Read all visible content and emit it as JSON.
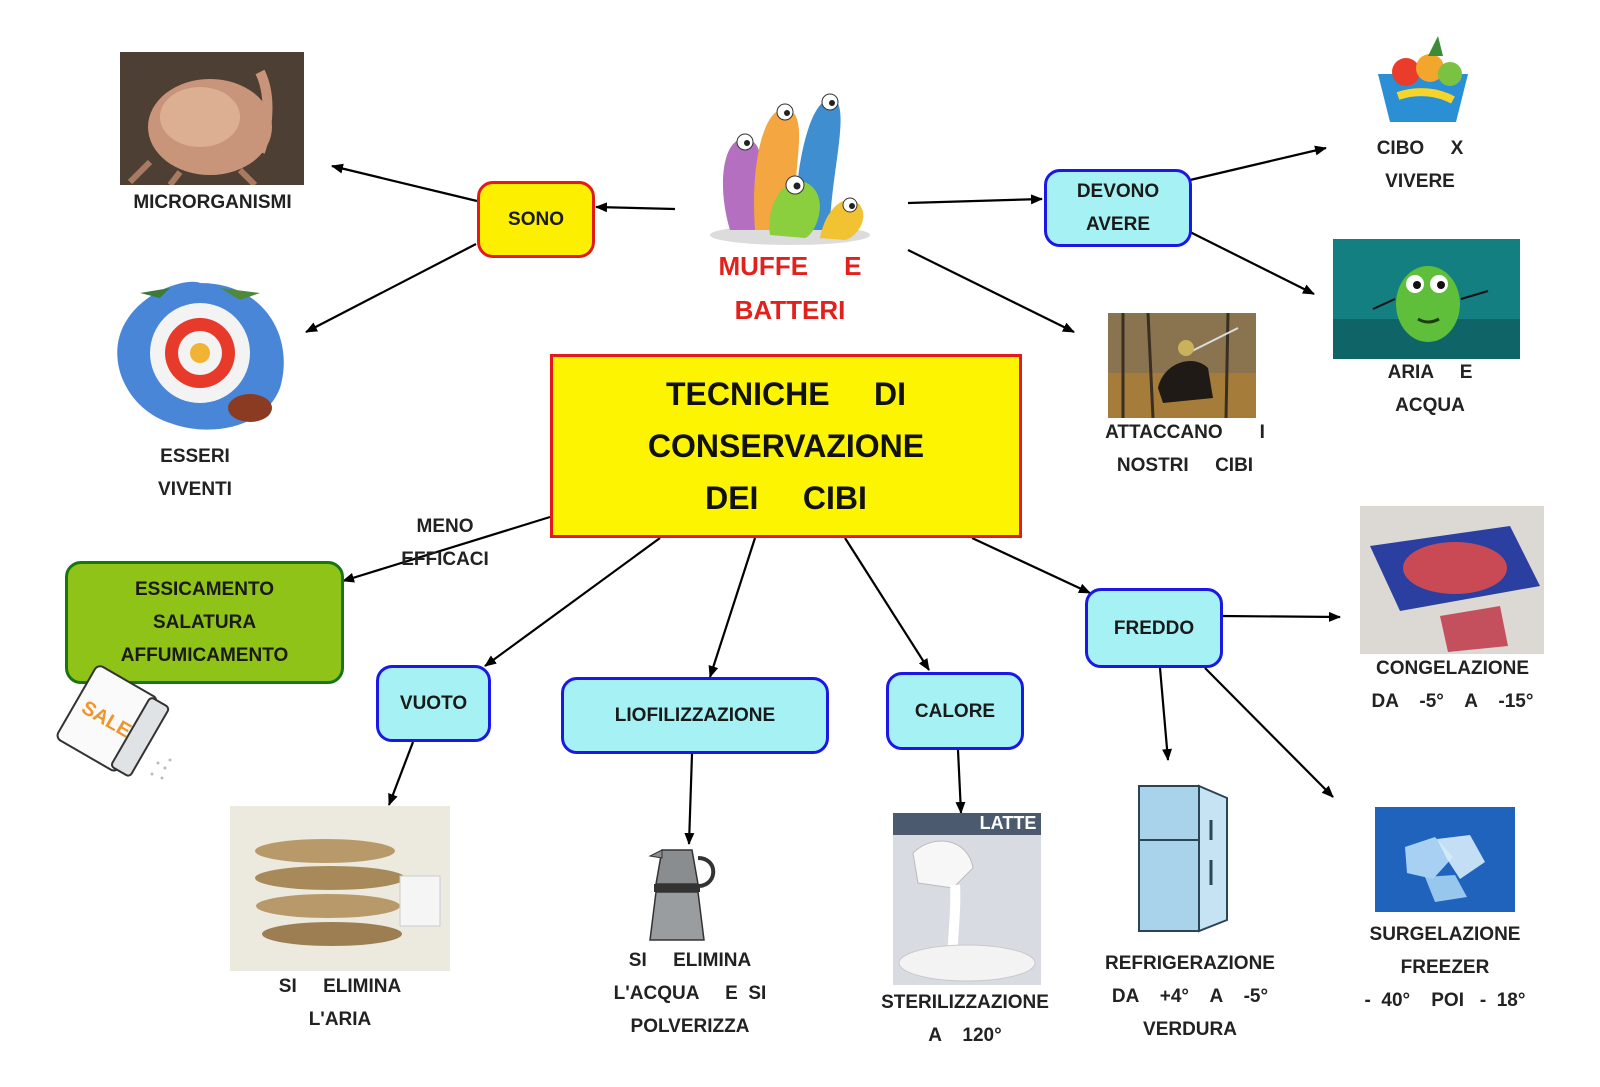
{
  "title": "TECNICHE     DI\nCONSERVAZIONE\nDEI     CIBI",
  "hub": "MUFFE     E\nBATTERI",
  "nodes": {
    "sono": "SONO",
    "devono_avere": "DEVONO\nAVERE",
    "freddo": "FREDDO",
    "vuoto": "VUOTO",
    "liofilizzazione": "LIOFILIZZAZIONE",
    "calore": "CALORE",
    "essicamento": "ESSICAMENTO\nSALATURA\nAFFUMICAMENTO"
  },
  "labels": {
    "microrganismi": "MICRORGANISMI",
    "esseri_viventi": "ESSERI\nVIVENTI",
    "cibo_vivere": "CIBO     X\nVIVERE",
    "aria_acqua": "ARIA     E\nACQUA",
    "attaccano": "ATTACCANO       I\nNOSTRI     CIBI",
    "meno_efficaci": "MENO\nEFFICACI",
    "congelazione": "CONGELAZIONE\nDA    -5°    A    -15°",
    "surgelazione": "SURGELAZIONE\nFREEZER\n-  40°    POI   -  18°",
    "refrigerazione": "REFRIGERAZIONE\nDA    +4°    A    -5°\nVERDURA",
    "sterilizzazione": "STERILIZZAZIONE\nA    120°",
    "elimina_acqua": "SI     ELIMINA\nL'ACQUA     E  SI\nPOLVERIZZA",
    "elimina_aria": "SI     ELIMINA\nL'ARIA",
    "latte": "LATTE",
    "sale": "SALE"
  },
  "colors": {
    "cyan_fill": "#a6f1f3",
    "blue_border": "#1b17e6",
    "yellow_fill": "#fcf000",
    "red_border": "#e31a1a",
    "green_fill": "#8fc318",
    "hub_text": "#e3201b"
  }
}
